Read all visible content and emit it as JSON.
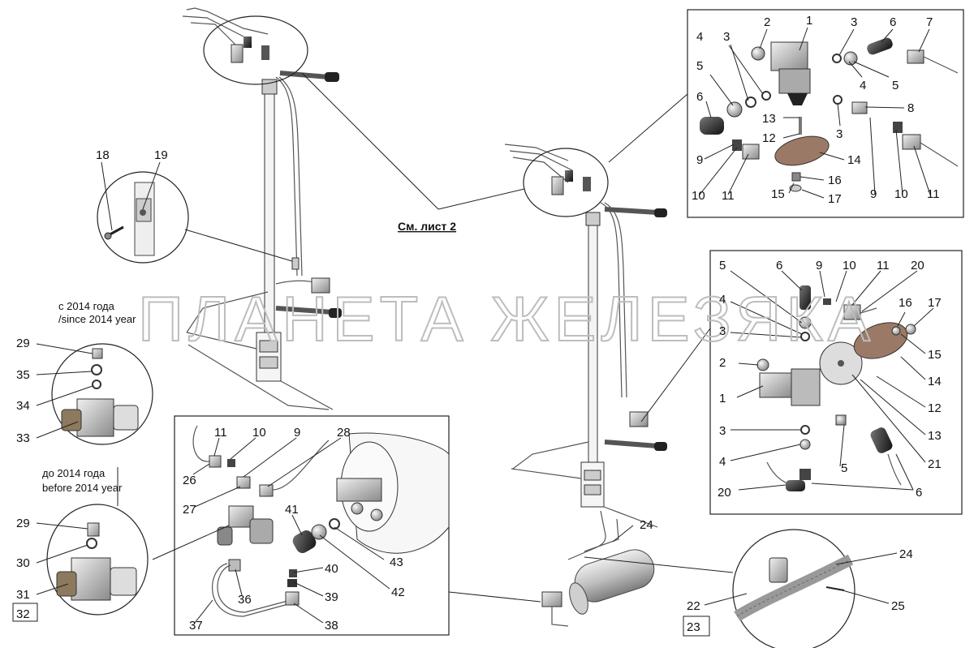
{
  "reference_label": "См. лист 2",
  "watermark": "ПЛАНЕТА ЖЕЛЕЗЯКА",
  "captions": {
    "since_2014_ru": "с 2014 года",
    "since_2014_en": "/since 2014 year",
    "before_2014_ru": "до 2014 года",
    "before_2014_en": "before 2014 year"
  },
  "labels": {
    "tr_1": "1",
    "tr_2": "2",
    "tr_3a": "3",
    "tr_3b": "3",
    "tr_3c": "3",
    "tr_4a": "4",
    "tr_4b": "4",
    "tr_5a": "5",
    "tr_5b": "5",
    "tr_6a": "6",
    "tr_6b": "6",
    "tr_7": "7",
    "tr_8": "8",
    "tr_9a": "9",
    "tr_9b": "9",
    "tr_10a": "10",
    "tr_10b": "10",
    "tr_11a": "11",
    "tr_11b": "11",
    "tr_12": "12",
    "tr_13": "13",
    "tr_14": "14",
    "tr_15": "15",
    "tr_16": "16",
    "tr_17": "17",
    "mr_5a": "5",
    "mr_6a": "6",
    "mr_9": "9",
    "mr_10": "10",
    "mr_11": "11",
    "mr_20a": "20",
    "mr_4a": "4",
    "mr_3a": "3",
    "mr_16": "16",
    "mr_17": "17",
    "mr_15": "15",
    "mr_2": "2",
    "mr_14": "14",
    "mr_1": "1",
    "mr_12": "12",
    "mr_3b": "3",
    "mr_13": "13",
    "mr_4b": "4",
    "mr_21": "21",
    "mr_5b": "5",
    "mr_20b": "20",
    "mr_6b": "6",
    "d_18": "18",
    "d_19": "19",
    "l_29a": "29",
    "l_35": "35",
    "l_34": "34",
    "l_33": "33",
    "l_29b": "29",
    "l_30": "30",
    "l_31": "31",
    "l_32": "32",
    "c_11": "11",
    "c_10": "10",
    "c_9": "9",
    "c_28": "28",
    "c_26": "26",
    "c_27": "27",
    "c_41": "41",
    "c_43": "43",
    "c_40": "40",
    "c_42": "42",
    "c_39": "39",
    "c_36": "36",
    "c_37": "37",
    "c_38": "38",
    "r_24a": "24",
    "r_24b": "24",
    "r_25": "25",
    "r_22": "22",
    "r_23": "23"
  }
}
